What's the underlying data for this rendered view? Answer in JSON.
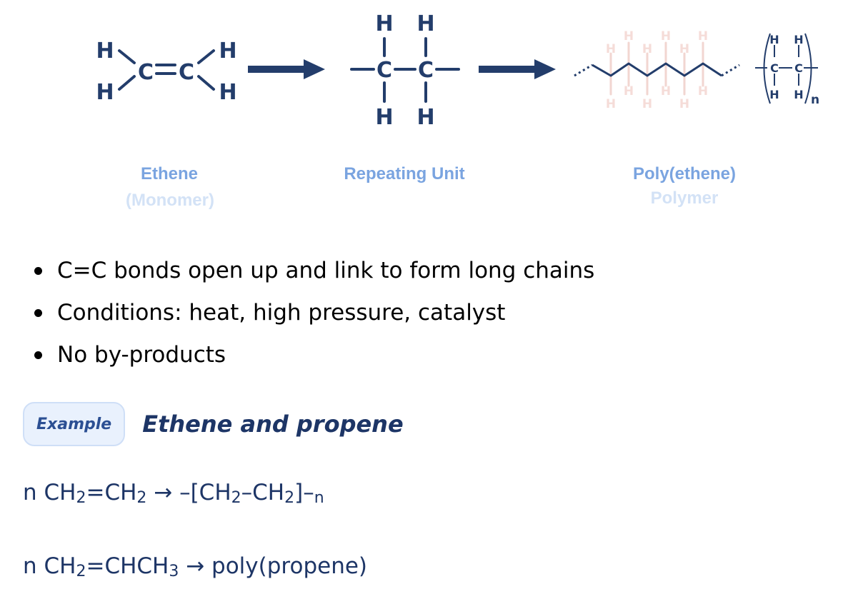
{
  "diagram": {
    "atoms": {
      "hydrogen": "H",
      "carbon": "C",
      "repeat_count": "n"
    },
    "captions": {
      "monomer_name": "Ethene",
      "monomer_type": "(Monomer)",
      "repeat_unit": "Repeating Unit",
      "polymer_name": "Poly(ethene)",
      "polymer_type": "Polymer"
    },
    "colors": {
      "structure": "#233d6b",
      "caption_primary": "#7aa4e0",
      "caption_faded": "#d3e2f6",
      "faded_hydrogen": "#f5dcd8"
    }
  },
  "bullets": [
    "C=C bonds open up and link to form long chains",
    "Conditions: heat, high pressure, catalyst",
    "No by-products"
  ],
  "example": {
    "badge": "Example",
    "title": "Ethene and propene"
  },
  "equations": {
    "eq1": {
      "p1": "n CH",
      "s1": "2",
      "p2": "=CH",
      "s2": "2",
      "p3": " → –[CH",
      "s3": "2",
      "p4": "–CH",
      "s4": "2",
      "p5": "]–",
      "s5": "n"
    },
    "eq2": {
      "p1": "n CH",
      "s1": "2",
      "p2": "=CHCH",
      "s2": "3",
      "p3": " → poly(propene)"
    }
  }
}
